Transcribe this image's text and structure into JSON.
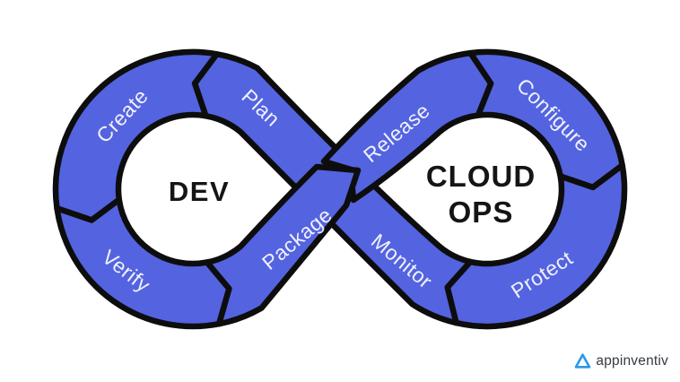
{
  "diagram": {
    "type": "devops-infinity-loop",
    "left_loop": {
      "title": "DEV"
    },
    "right_loop": {
      "title_line1": "CLOUD",
      "title_line2": "OPS"
    },
    "segments": [
      {
        "id": "create",
        "label": "Create"
      },
      {
        "id": "plan",
        "label": "Plan"
      },
      {
        "id": "verify",
        "label": "Verify"
      },
      {
        "id": "package",
        "label": "Package"
      },
      {
        "id": "release",
        "label": "Release"
      },
      {
        "id": "configure",
        "label": "Configure"
      },
      {
        "id": "protect",
        "label": "Protect"
      },
      {
        "id": "monitor",
        "label": "Monitor"
      }
    ],
    "flow_order": [
      "Plan",
      "Create",
      "Verify",
      "Package",
      "Release",
      "Configure",
      "Protect",
      "Monitor"
    ],
    "colors": {
      "band": "#5463DF",
      "outline": "#0d0d0d",
      "band_text": "#EFF2FE",
      "core_text": "#151515",
      "background": "#FFFFFF"
    }
  },
  "branding": {
    "logo_text": "appinventiv",
    "logo_triangle_color": "#2B97E8",
    "logo_text_color": "#353A41"
  }
}
